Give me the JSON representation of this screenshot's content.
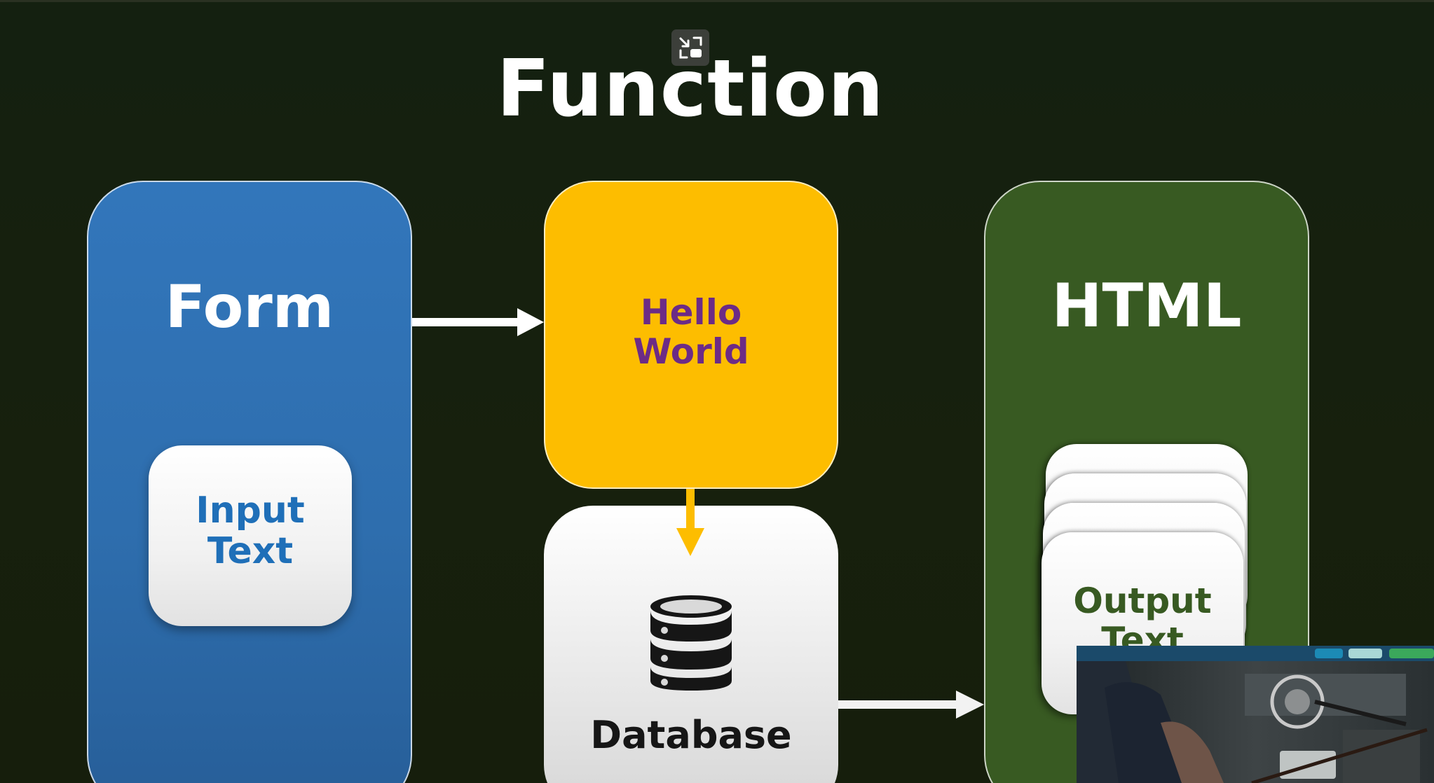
{
  "slide": {
    "title": "Function"
  },
  "form_panel": {
    "heading": "Form",
    "card_label": "Input\nText"
  },
  "function_panel": {
    "label": "Hello\nWorld"
  },
  "database_panel": {
    "icon": "database-icon",
    "label": "Database"
  },
  "html_panel": {
    "heading": "HTML",
    "card_label": "Output\nText"
  },
  "toolbar": {
    "pip_icon": "exit-picture-in-picture-icon"
  },
  "colors": {
    "background": "#17200d",
    "form_blue": "#2e6eae",
    "function_yellow": "#fdbd00",
    "hello_purple": "#6c2b86",
    "html_green": "#385a22",
    "input_text_blue": "#1f6fb8",
    "arrow_white": "#ffffff",
    "arrow_yellow": "#fdbd00"
  }
}
